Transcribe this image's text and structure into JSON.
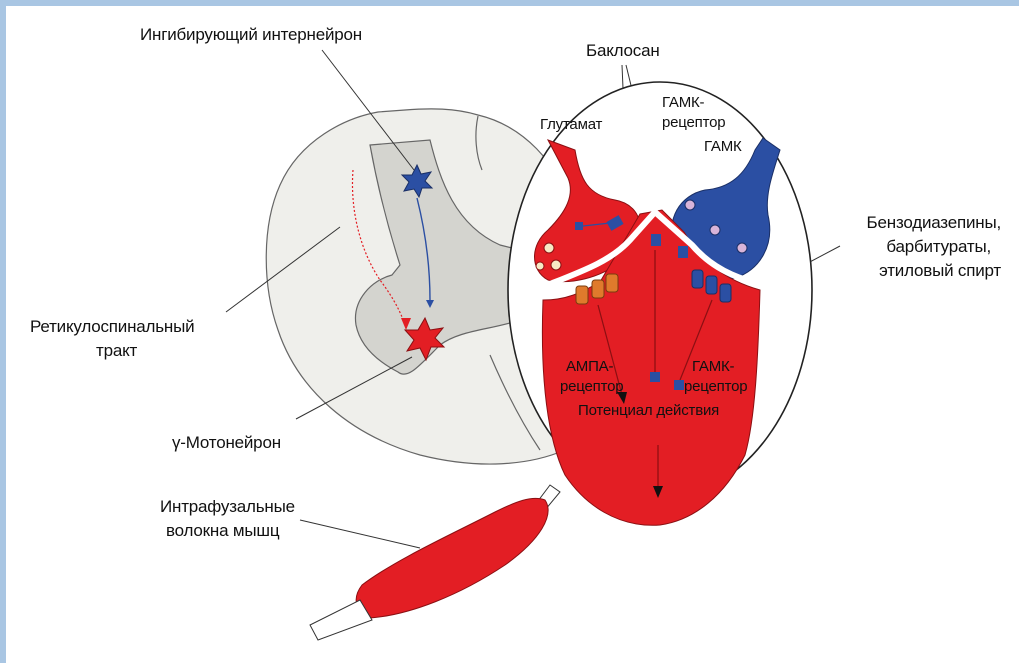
{
  "colors": {
    "frame": "#a9c6e3",
    "red": "#e31e24",
    "blue": "#2b4fa3",
    "grey_matter": "#d4d4cf",
    "white_matter": "#efefeb",
    "receptor_orange": "#e07a2c"
  },
  "labels": {
    "inhibitory_interneuron": "Ингибирующий интернейрон",
    "baclosan": "Баклосан",
    "glutamate": "Глутамат",
    "gaba_receptor_top_1": "ГАМК-",
    "gaba_receptor_top_2": "рецептор",
    "gaba": "ГАМК",
    "benzodiazepines_1": "Бензодиазепины,",
    "benzodiazepines_2": "барбитураты,",
    "benzodiazepines_3": "этиловый спирт",
    "reticulospinal_1": "Ретикулоспинальный",
    "reticulospinal_2": "тракт",
    "ampa_receptor_1": "АМПА-",
    "ampa_receptor_2": "рецептор",
    "gaba_receptor_bottom_1": "ГАМК-",
    "gaba_receptor_bottom_2": "рецептор",
    "action_potential": "Потенциал действия",
    "gamma_motoneuron": "γ-Мотонейрон",
    "intrafusal_1": "Интрафузальные",
    "intrafusal_2": "волокна мышц"
  },
  "icons": [
    "inhibitory-neuron-star-icon",
    "motoneuron-star-icon"
  ]
}
